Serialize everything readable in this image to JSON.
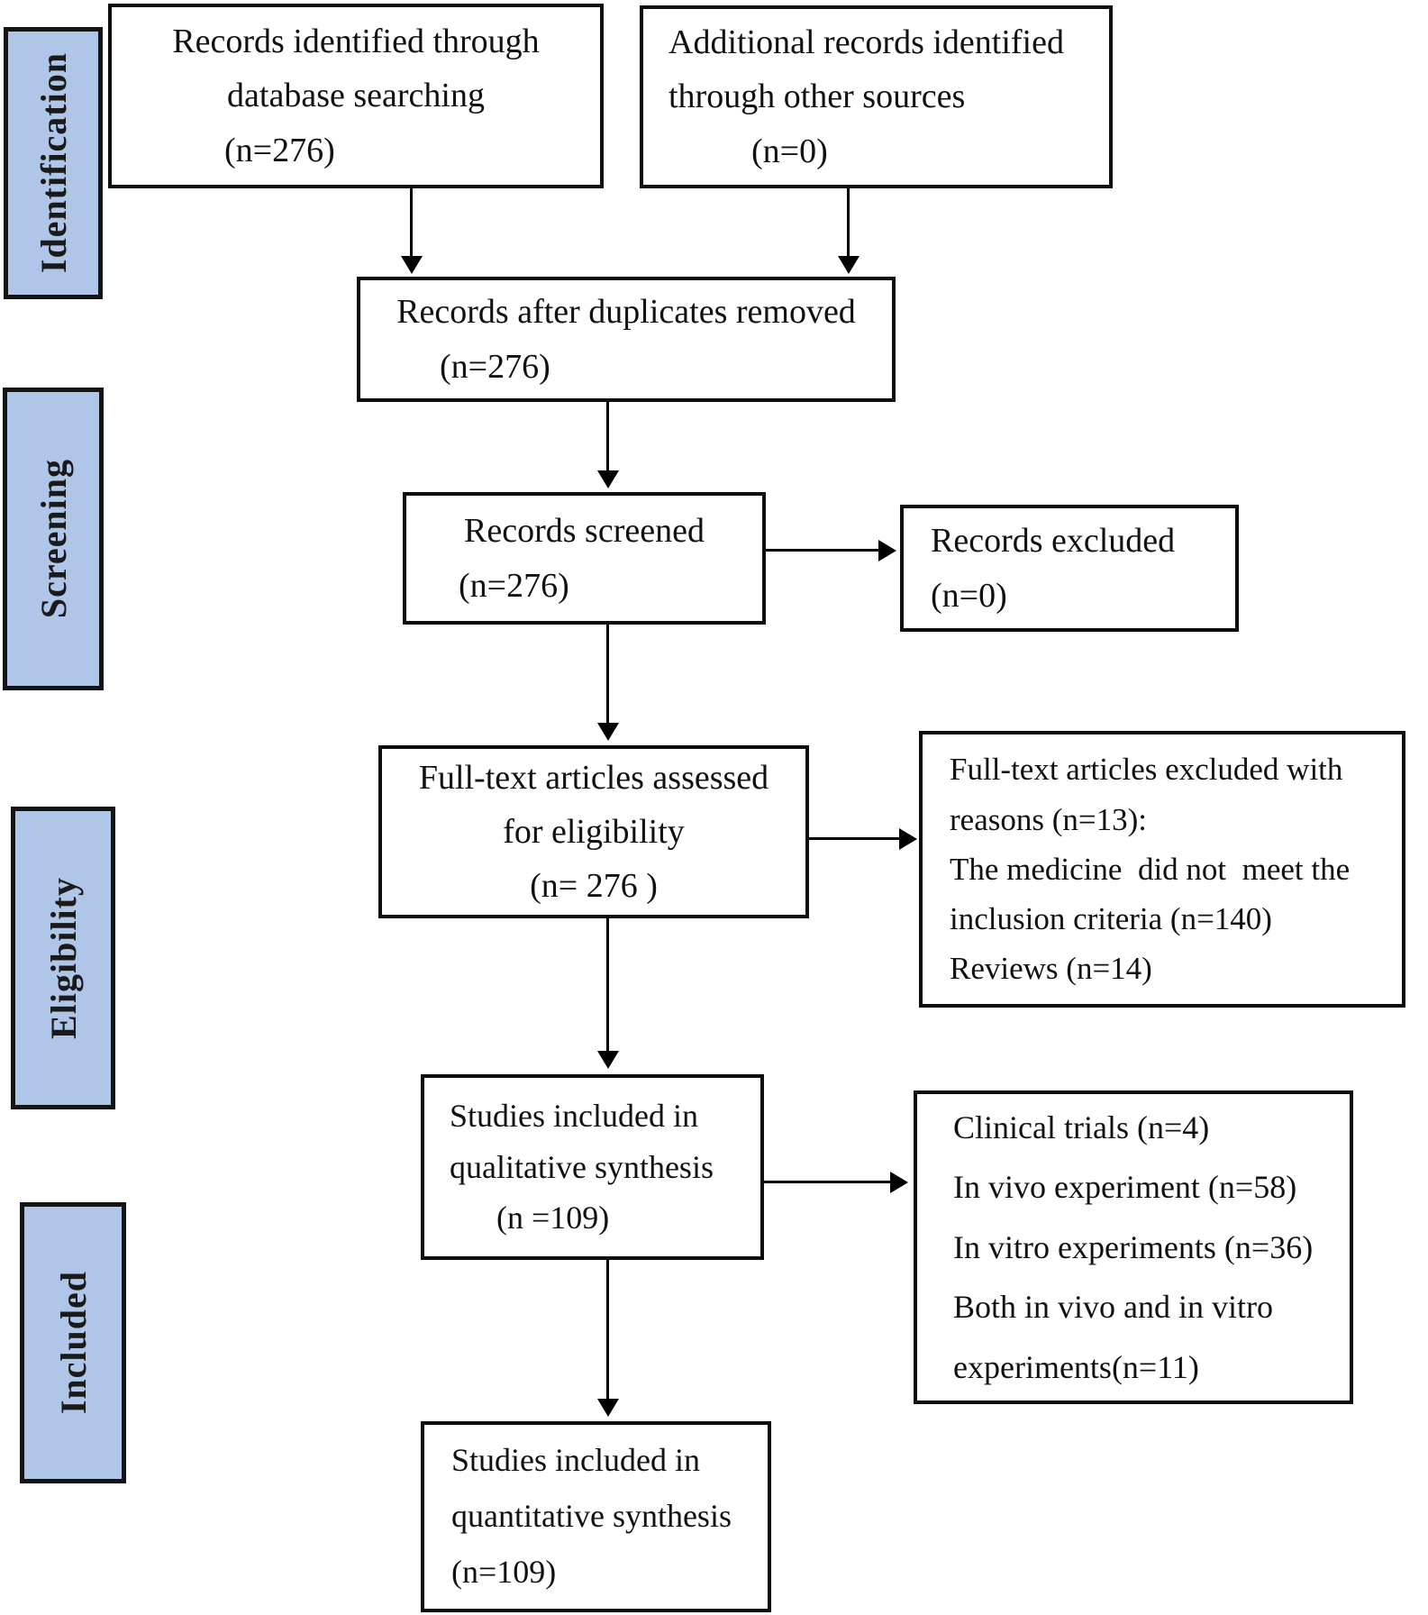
{
  "colors": {
    "stage_fill": "#b0c6e8",
    "box_border": "#0d0d0d",
    "arrow": "#000000",
    "background": "#ffffff"
  },
  "stage_labels": [
    {
      "label": "Identification"
    },
    {
      "label": "Screening"
    },
    {
      "label": "Eligibility"
    },
    {
      "label": "Included"
    }
  ],
  "flow_boxes": {
    "records_identified": {
      "lines": [
        "Records identified through",
        "database searching",
        "(n=276)"
      ]
    },
    "additional_records": {
      "lines": [
        "Additional records identified",
        "through other sources",
        "(n=0)"
      ]
    },
    "after_duplicates": {
      "lines": [
        "Records after duplicates removed",
        "(n=276)"
      ]
    },
    "records_screened": {
      "lines": [
        "Records screened",
        "(n=276)"
      ]
    },
    "records_excluded": {
      "lines": [
        "Records excluded",
        "(n=0)"
      ]
    },
    "fulltext_assessed": {
      "lines": [
        "Full-text articles assessed",
        "for eligibility",
        "(n= 276 )"
      ]
    },
    "fulltext_excluded": {
      "lines": [
        "Full-text articles excluded with",
        "reasons (n=13):",
        "The medicine  did not  meet the",
        "inclusion criteria (n=140)",
        "Reviews (n=14)"
      ]
    },
    "qualitative": {
      "lines": [
        "Studies included in",
        "qualitative synthesis",
        "(n =109)"
      ]
    },
    "included_types": {
      "lines": [
        "Clinical trials (n=4)",
        "In vivo experiment (n=58)",
        "In vitro experiments (n=36)",
        "Both in vivo and in vitro",
        "experiments(n=11)"
      ]
    },
    "quantitative": {
      "lines": [
        "Studies included in",
        "quantitative synthesis",
        "(n=109)"
      ]
    }
  }
}
